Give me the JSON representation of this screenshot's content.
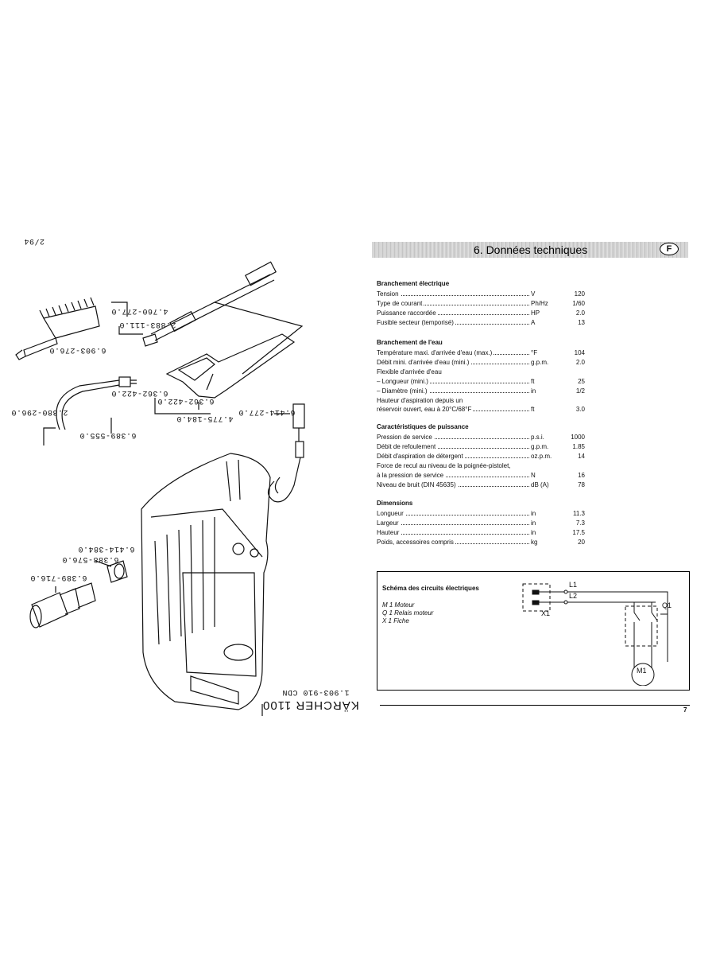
{
  "left_page": {
    "page_ref": "2/94",
    "model_title": "KÄRCHER 1100",
    "doc_code": "1.903-910 CDN",
    "part_numbers": {
      "p1": "4.760-277.0",
      "p2": "2.883-111.0",
      "p3": "6.903-276.0",
      "p4": "6.362-422.0",
      "p5": "6.362-422.0",
      "p6": "2.880-296.0",
      "p7": "6.389-555.0",
      "p8": "4.775-184.0",
      "p9": "6.414-277.0",
      "p10": "6.414-384.0",
      "p11": "6.388-576.0",
      "p12": "6.389-716.0"
    }
  },
  "header": {
    "title": "6. Données techniques",
    "lang": "F"
  },
  "sections": [
    {
      "title": "Branchement électrique",
      "rows": [
        {
          "label": "Tension",
          "unit": "V",
          "value": "120"
        },
        {
          "label": "Type de courant",
          "unit": "Ph/Hz",
          "value": "1/60"
        },
        {
          "label": "Puissance raccordée",
          "unit": "HP",
          "value": "2.0"
        },
        {
          "label": "Fusible secteur (temporisé)",
          "unit": "A",
          "value": "13"
        }
      ]
    },
    {
      "title": "Branchement de l'eau",
      "rows": [
        {
          "label": "Température maxi. d'arrivée d'eau (max.)",
          "unit": "°F",
          "value": "104"
        },
        {
          "label": "Débit mini. d'arrivée d'eau (mini.)",
          "unit": "g.p.m.",
          "value": "2.0"
        },
        {
          "label": "Flexible d'arrivée d'eau",
          "unit": "",
          "value": ""
        },
        {
          "label": "  –  Longueur (mini.)",
          "unit": "ft",
          "value": "25"
        },
        {
          "label": "  –  Diamètre (mini.)",
          "unit": "in",
          "value": "1/2"
        },
        {
          "label": "Hauteur d'aspiration depuis un",
          "unit": "",
          "value": ""
        },
        {
          "label": "réservoir ouvert, eau à 20°C/68°F",
          "unit": "ft",
          "value": "3.0"
        }
      ]
    },
    {
      "title": "Caractéristiques de puissance",
      "rows": [
        {
          "label": "Pression de service",
          "unit": "p.s.i.",
          "value": "1000"
        },
        {
          "label": "Débit de refoulement",
          "unit": "g.p.m.",
          "value": "1.85"
        },
        {
          "label": "Débit d'aspiration de détergent",
          "unit": "oz.p.m.",
          "value": "14"
        },
        {
          "label": "Force de recul au niveau de la poignée-pistolet,",
          "unit": "",
          "value": ""
        },
        {
          "label": "à la pression de service",
          "unit": "N",
          "value": "16"
        },
        {
          "label": "Niveau de bruit (DIN 45635)",
          "unit": "dB (A)",
          "value": "78"
        }
      ]
    },
    {
      "title": "Dimensions",
      "rows": [
        {
          "label": "Longueur",
          "unit": "in",
          "value": "11.3"
        },
        {
          "label": "Largeur",
          "unit": "in",
          "value": "7.3"
        },
        {
          "label": "Hauteur",
          "unit": "in",
          "value": "17.5"
        },
        {
          "label": "Poids, accessoires compris",
          "unit": "kg",
          "value": "20"
        }
      ]
    }
  ],
  "circuit": {
    "title": "Schéma des circuits électriques",
    "legend": [
      "M 1 Moteur",
      "Q 1 Relais moteur",
      "X 1 Fiche"
    ],
    "labels": {
      "l1": "L1",
      "l2": "L2",
      "x1": "X1",
      "q1": "Q1",
      "m1": "M1"
    }
  },
  "page_number": "7"
}
